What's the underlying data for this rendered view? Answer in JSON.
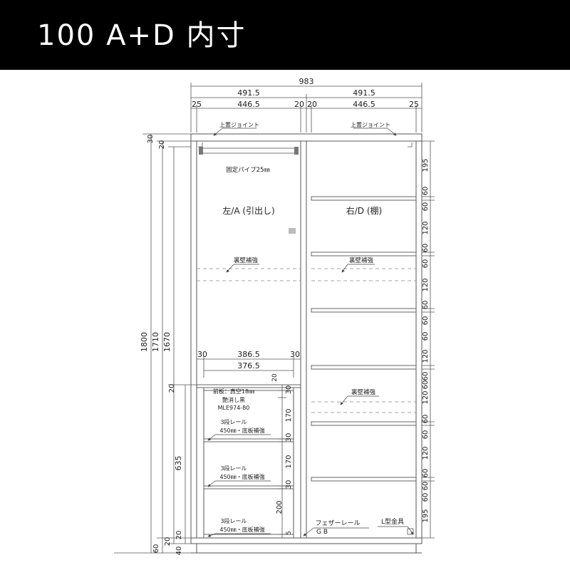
{
  "title": "100 A+D 内寸",
  "dims": {
    "total_width": "983",
    "half_left": "491.5",
    "half_right": "491.5",
    "left_side": "25",
    "left_inner": "446.5",
    "left_mid": "20",
    "right_mid": "20",
    "right_inner": "446.5",
    "right_side": "25",
    "h_total": "1800",
    "h_1710": "1710",
    "h_1670": "1670",
    "top_30": "30",
    "top_20": "20",
    "mid_20": "20",
    "h_635": "635",
    "bot_20": "20",
    "bot_20b": "20",
    "bot_40": "40",
    "bot_60": "60",
    "drawer_w_386": "386.5",
    "drawer_30_left": "30",
    "drawer_30_right": "30",
    "drawer_w_376": "376.5",
    "drawer_20": "20",
    "d_30a": "30",
    "d_170a": "170",
    "d_30b": "30",
    "d_170b": "170",
    "d_30c": "30",
    "d_200": "200",
    "d_5": "5",
    "r_195a": "195",
    "r_60_1": "60",
    "r_60_2": "60",
    "r_60_3": "60",
    "r_120_1": "120",
    "r_60_4": "60",
    "r_60_5": "60",
    "r_120_2": "120",
    "r_60_6": "60",
    "r_60_7": "60",
    "r_60_8": "60",
    "r_120_3": "120",
    "r_60_9": "60",
    "r_60_10": "60",
    "r_120_4": "120",
    "r_60_11": "60",
    "r_60_12": "60",
    "r_120_5": "120",
    "r_60_13": "60",
    "r_60_14": "60",
    "r_195b": "195"
  },
  "labels": {
    "top_joint_left": "上置ジョイント",
    "top_joint_right": "上置ジョイント",
    "fixed_pipe": "固定パイプ25㎜",
    "left_section": "左/A (引出し)",
    "right_section": "右/D (棚)",
    "back_reinforce_1": "裏壁補強",
    "back_reinforce_2": "裏壁補強",
    "back_reinforce_3": "裏壁補強",
    "front_panel_1": "前板：真空18㎜",
    "front_panel_2": "艶消し黒",
    "front_panel_3": "MLE974-80",
    "rail_1a": "3段レール",
    "rail_1b": "450㎜・底板補強",
    "rail_2a": "3段レール",
    "rail_2b": "450㎜・底板補強",
    "rail_3a": "3段レール",
    "rail_3b": "450㎜・底板補強",
    "feather_rail": "フェザーレール",
    "gb": "G B",
    "l_bracket": "L型金具"
  },
  "colors": {
    "title_bg": "#000000",
    "title_fg": "#ffffff",
    "line": "#555555"
  }
}
